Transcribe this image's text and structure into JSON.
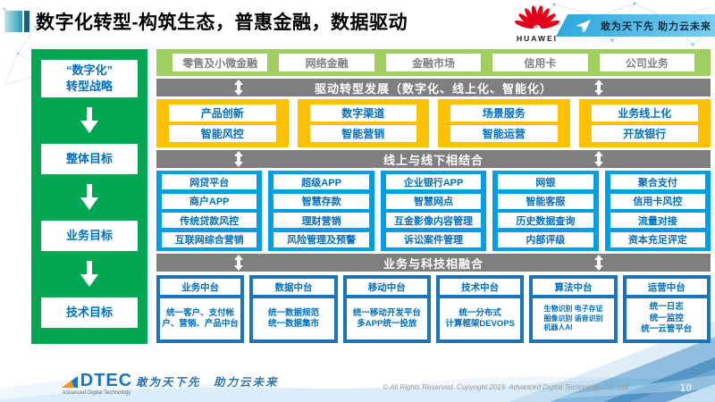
{
  "header": {
    "title": "数字化转型-构筑生态，普惠金融，数据驱动",
    "huawei_wordmark": "HUAWEI",
    "banner_slogan": "敢为天下先 助力云未来"
  },
  "strategy_panel": {
    "items": [
      {
        "label": "“数字化”\n转型战略"
      },
      {
        "label": "整体目标"
      },
      {
        "label": "业务目标"
      },
      {
        "label": "技术目标"
      }
    ]
  },
  "business_lines": [
    "零售及小微金融",
    "网络金融",
    "金融市场",
    "信用卡",
    "公司业务"
  ],
  "bars": {
    "drive": "驱动转型发展（数字化、线上化、智能化）",
    "online_offline": "线上与线下相结合",
    "biz_tech": "业务与科技相融合"
  },
  "capability_columns": [
    [
      "产品创新",
      "智能风控"
    ],
    [
      "数字渠道",
      "智能营销"
    ],
    [
      "场景服务",
      "智能运营"
    ],
    [
      "业务线上化",
      "开放银行"
    ]
  ],
  "application_columns": [
    [
      "网贷平台",
      "商户APP",
      "传统贷款风控",
      "互联网综合营销"
    ],
    [
      "超级APP",
      "智慧存款",
      "理财营销",
      "风险管理及预警"
    ],
    [
      "企业银行APP",
      "智慧网点",
      "互金影像内容管理",
      "诉讼案件管理"
    ],
    [
      "网银",
      "智能客服",
      "历史数据查询",
      "内部评级"
    ],
    [
      "聚合支付",
      "信用卡风控",
      "流量对接",
      "资本充足评定"
    ]
  ],
  "platform_columns": [
    {
      "title": "业务中台",
      "content": "统一客户、支付帐户、营销、产品中台",
      "small": false
    },
    {
      "title": "数据中台",
      "content": "统一数据规范\n统一数据集市",
      "small": false
    },
    {
      "title": "移动中台",
      "content": "统一移动开发平台\n多APP统一投放",
      "small": false
    },
    {
      "title": "技术中台",
      "content": "统一分布式\n计算框架DEVOPS",
      "small": false
    },
    {
      "title": "算法中台",
      "content": "生物识别 电子存证\n图像识别 语音识别\n机器人AI",
      "small": true
    },
    {
      "title": "运营中台",
      "content": "统一日志\n统一监控\n统一云管平台",
      "small": false
    }
  ],
  "footer": {
    "logo_text": "DTEC",
    "logo_subtext": "Advanced Digital Technology",
    "slogan": "敢为天下先　助力云未来",
    "copyright": "© All Rights Reserved. Copyright 2019. Advanced Digital Technology CO.,Ltd",
    "page_number": "10"
  },
  "colors": {
    "sidebar_green": "#00A651",
    "row_green": "#A0CE5E",
    "bar_gray": "#7F7F7F",
    "capability_yellow": "#FFC000",
    "application_blue": "#009FE3",
    "platform_blue": "#1B75BC",
    "box_text_blue": "#0070C0",
    "huawei_red": "#E2001A",
    "banner_blue": "#2FA9DD"
  }
}
